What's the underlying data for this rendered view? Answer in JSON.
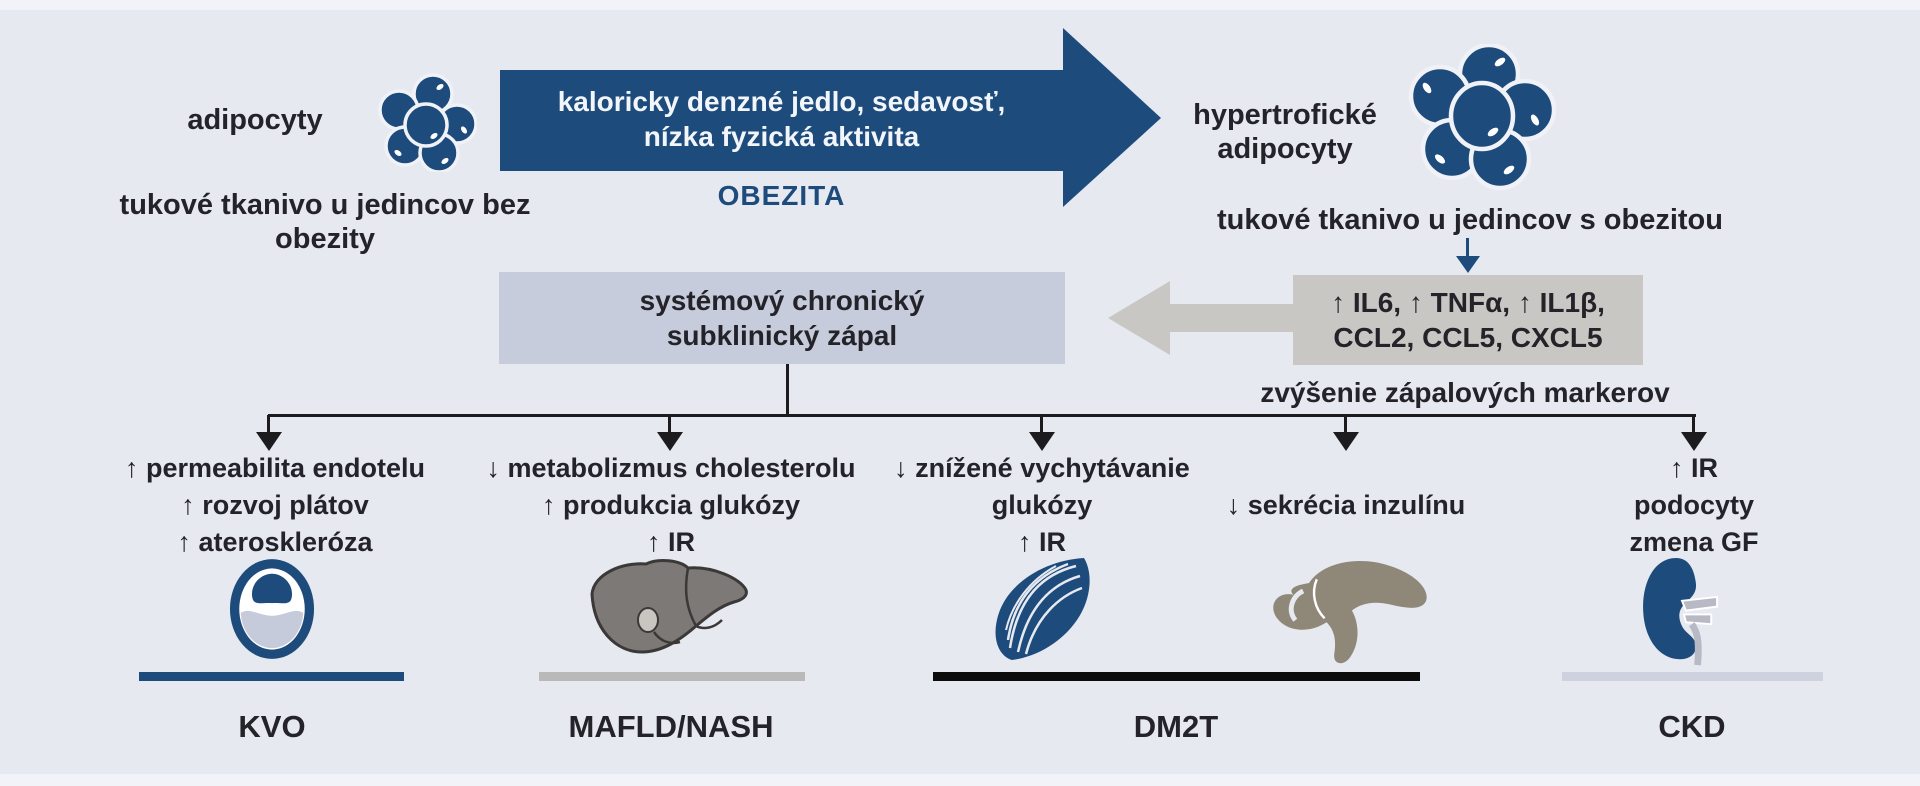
{
  "top": {
    "adipocytes_label": "adipocyty",
    "lean_caption": "tukové tkanivo u jedincov bez obezity",
    "arrow_line1": "kaloricky denzné jedlo, sedavosť,",
    "arrow_line2": "nízka fyzická aktivita",
    "arrow_sub": "OBEZITA",
    "hypertrophic_line1": "hypertrofické",
    "hypertrophic_line2": "adipocyty",
    "obese_caption": "tukové tkanivo u jedincov s obezitou"
  },
  "middle": {
    "inflammation_line1": "systémový chronický",
    "inflammation_line2": "subklinický zápal",
    "cytokine_line1": "↑ IL6, ↑ TNFα, ↑ IL1β,",
    "cytokine_line2": "CCL2, CCL5, CXCL5",
    "markers_caption": "zvýšenie zápalových markerov"
  },
  "branches": [
    {
      "icon": "blood-vessel-icon",
      "lines": [
        "↑ permeabilita endotelu",
        "↑ rozvoj plátov",
        "↑ ateroskleróza"
      ]
    },
    {
      "icon": "liver-icon",
      "lines": [
        "↓ metabolizmus cholesterolu",
        "↑ produkcia glukózy",
        "↑ IR"
      ]
    },
    {
      "icon": "muscle-icon",
      "lines": [
        "↓ znížené vychytávanie",
        "glukózy",
        "↑ IR"
      ]
    },
    {
      "icon": "pancreas-icon",
      "lines": [
        "↓ sekrécia inzulínu"
      ]
    },
    {
      "icon": "kidney-icon",
      "lines": [
        "↑ IR",
        "podocyty",
        "zmena GF"
      ]
    }
  ],
  "diseases": [
    {
      "label": "KVO",
      "underline_color": "#1d4b7c"
    },
    {
      "label": "MAFLD/NASH",
      "underline_color": "#b9b9b9"
    },
    {
      "label": "DM2T",
      "underline_color": "#0c0c0c"
    },
    {
      "label": "CKD",
      "underline_color": "#ced2df"
    }
  ],
  "colors": {
    "background": "#e7e9f1",
    "navy": "#1d4b7c",
    "inflammation_box": "#c7ccdd",
    "cytokine_box": "#c9c7c3",
    "text": "#232329",
    "liver_gray": "#7c7976",
    "pancreas_taupe": "#8f8879",
    "vessel_lumen_fill": "#c6cbdb"
  }
}
